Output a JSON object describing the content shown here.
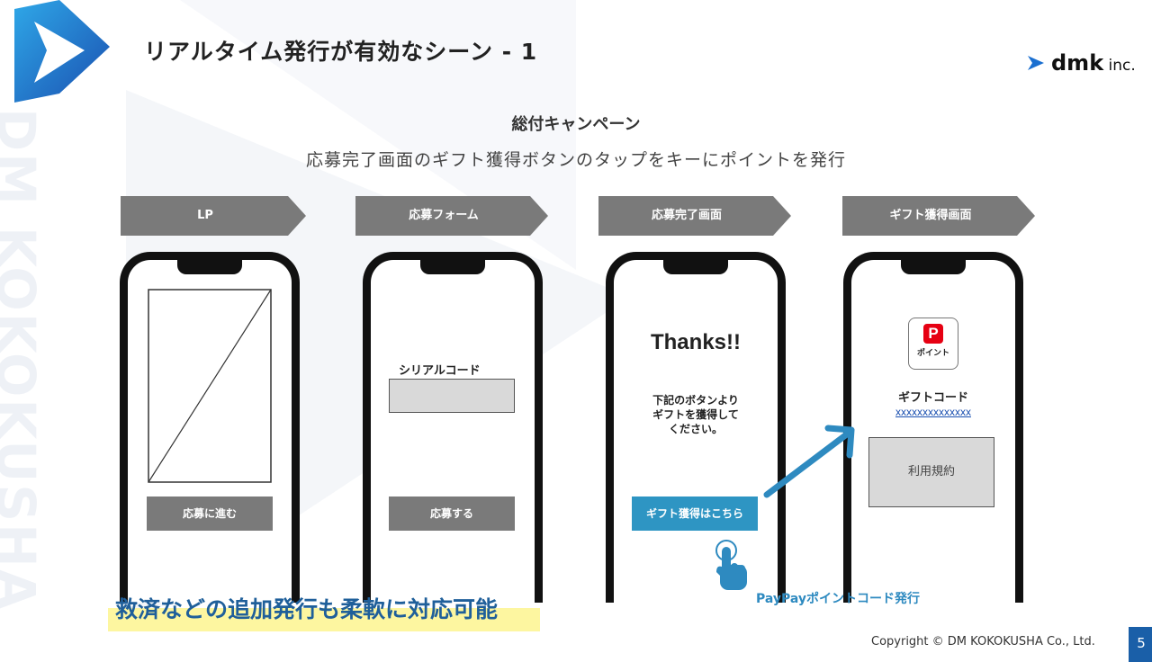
{
  "header": {
    "title": "リアルタイム発行が有効なシーン - 1",
    "brand_main": "dmk",
    "brand_suffix": " inc."
  },
  "watermark": "DM KOKOKUSHA",
  "section": {
    "heading": "総付キャンペーン",
    "description": "応募完了画面のギフト獲得ボタンのタップをキーにポイントを発行"
  },
  "steps": [
    {
      "label": "LP"
    },
    {
      "label": "応募フォーム"
    },
    {
      "label": "応募完了画面"
    },
    {
      "label": "ギフト獲得画面"
    }
  ],
  "phone_lp": {
    "button": "応募に進む"
  },
  "phone_form": {
    "field_label": "シリアルコード",
    "button": "応募する"
  },
  "phone_thanks": {
    "heading": "Thanks!!",
    "message_line1": "下記のボタンより",
    "message_line2": "ギフトを獲得して",
    "message_line3": "ください。",
    "button": "ギフト獲得はこちら"
  },
  "phone_gift": {
    "logo_mark": "P",
    "logo_text": "ポイント",
    "code_label": "ギフトコード",
    "code_value": "xxxxxxxxxxxxxx",
    "terms": "利用規約"
  },
  "paypay_label": "PayPayポイントコード発行",
  "bottom_note": "救済などの追加発行も柔軟に対応可能",
  "footer": {
    "copyright": "Copyright © DM KOKOKUSHA Co., Ltd.",
    "page": "5"
  },
  "colors": {
    "accent_blue": "#2e95c3",
    "step_gray": "#7a7a7a",
    "note_blue": "#1f5f9a",
    "highlight": "#fdf6a0",
    "paypay_red": "#e60012"
  }
}
